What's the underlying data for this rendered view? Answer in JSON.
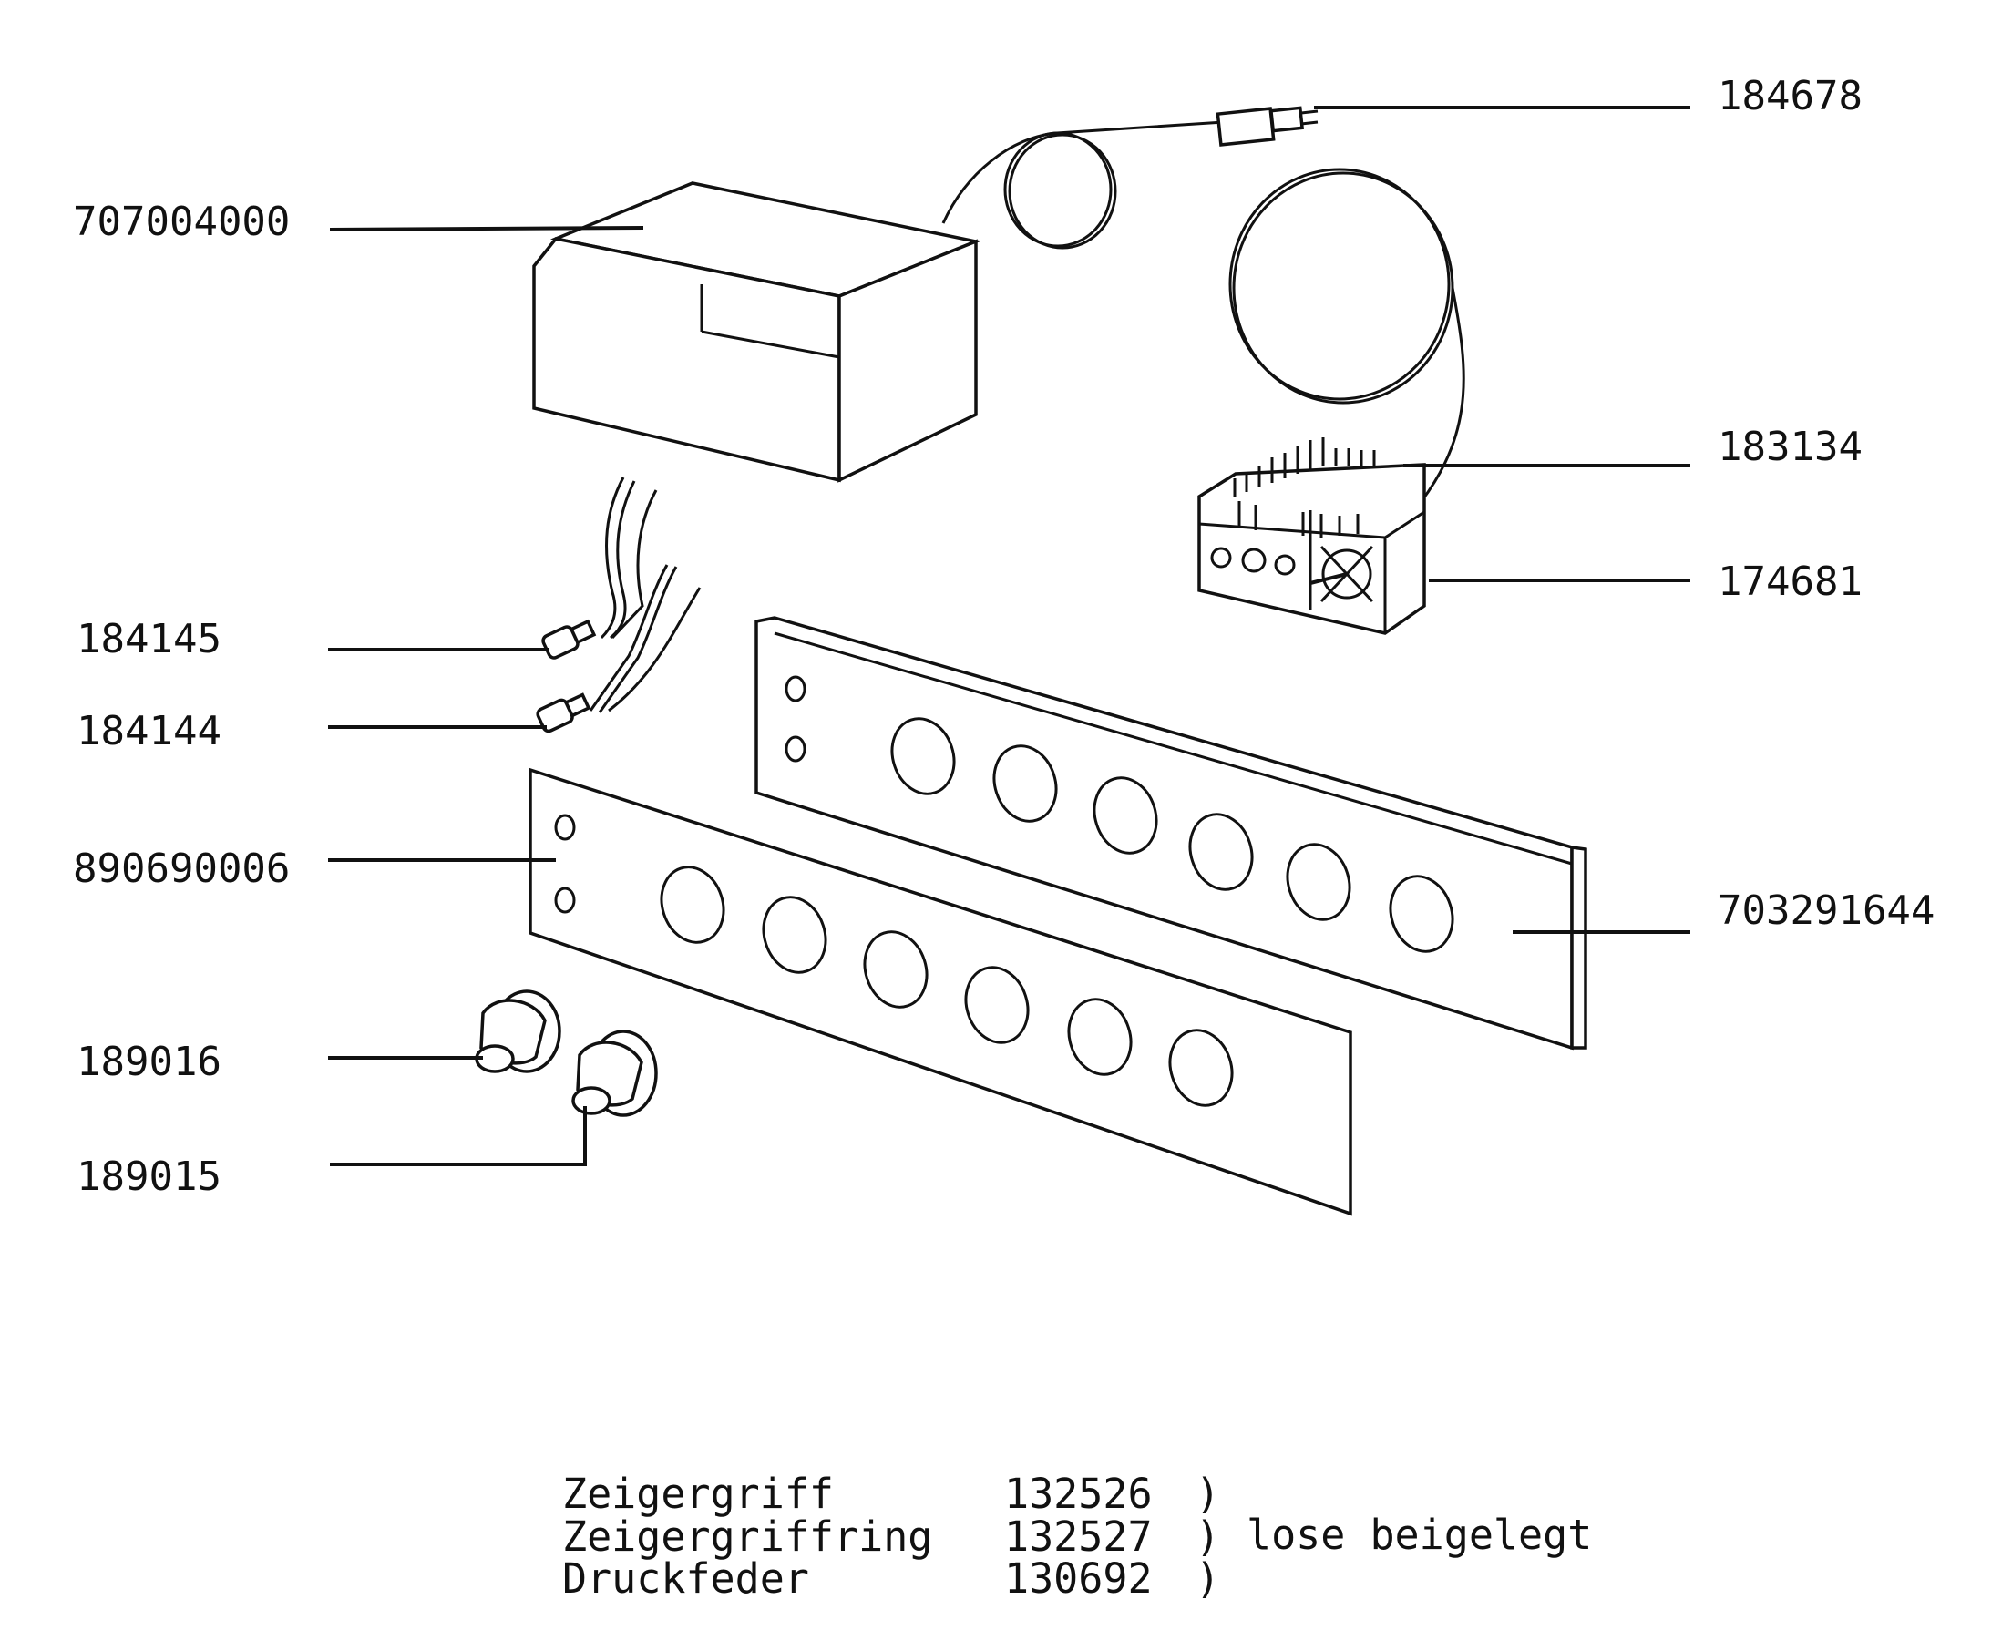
{
  "parts": {
    "p184678": "184678",
    "p707004000": "707004000",
    "p183134": "183134",
    "p174681": "174681",
    "p184145": "184145",
    "p184144": "184144",
    "p890690006": "890690006",
    "p703291644": "703291644",
    "p189016": "189016",
    "p189015": "189015"
  },
  "legend": {
    "rows": [
      {
        "name": "Zeigergriff",
        "number": "132526",
        "bracket": ")"
      },
      {
        "name": "Zeigergriffring",
        "number": "132527",
        "bracket": ")"
      },
      {
        "name": "Druckfeder",
        "number": "130692",
        "bracket": ")"
      }
    ],
    "note": "lose beigelegt"
  }
}
